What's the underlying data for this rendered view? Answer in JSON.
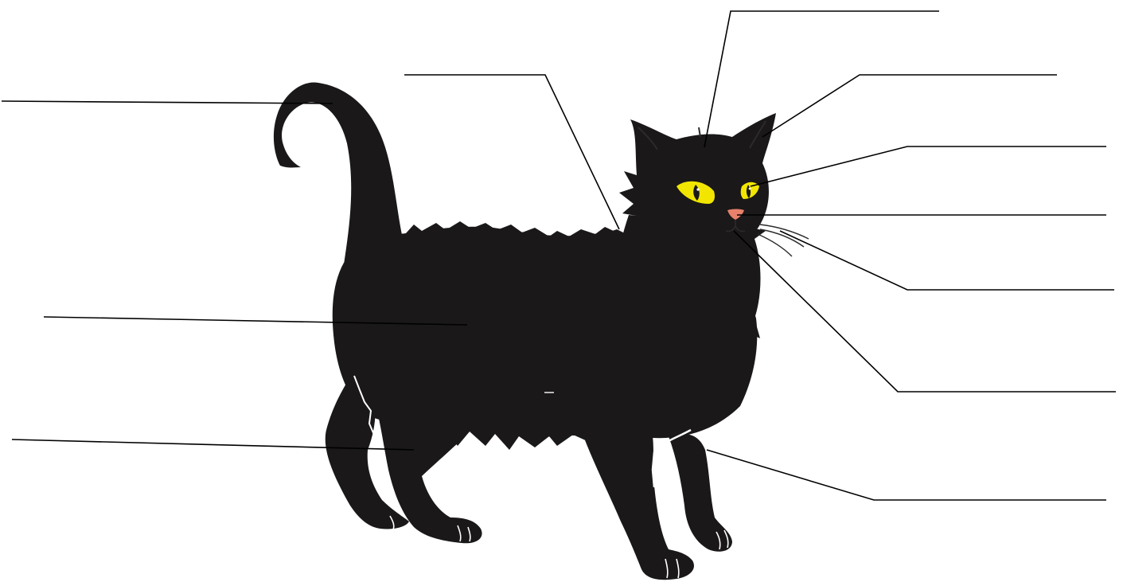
{
  "diagram": {
    "subject": "cat",
    "colors": {
      "background": "#ffffff",
      "cat_body": "#1a1818",
      "eye_iris": "#f2e600",
      "nose": "#e8806a",
      "highlight_outline": "#ffffff",
      "leader_line": "#000000"
    },
    "labels": [
      {
        "id": "head",
        "text": ""
      },
      {
        "id": "ear",
        "text": ""
      },
      {
        "id": "eye",
        "text": ""
      },
      {
        "id": "nose",
        "text": ""
      },
      {
        "id": "whiskers",
        "text": ""
      },
      {
        "id": "mouth",
        "text": ""
      },
      {
        "id": "front-leg",
        "text": ""
      },
      {
        "id": "neck-fur",
        "text": ""
      },
      {
        "id": "tail",
        "text": ""
      },
      {
        "id": "body",
        "text": ""
      },
      {
        "id": "hind-leg",
        "text": ""
      }
    ]
  }
}
